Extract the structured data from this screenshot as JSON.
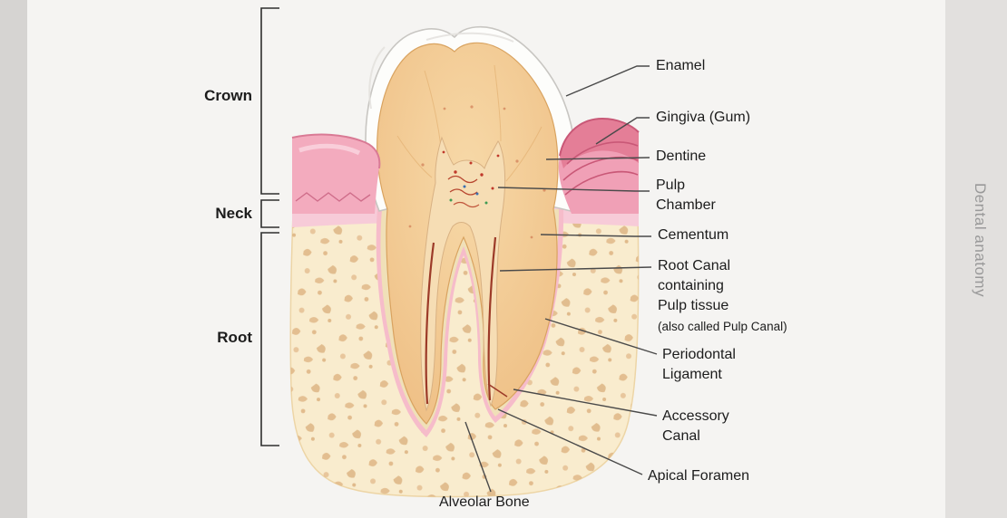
{
  "page": {
    "vertical_title": "Dental anatomy"
  },
  "brackets": [
    {
      "id": "crown",
      "label": "Crown"
    },
    {
      "id": "neck",
      "label": "Neck"
    },
    {
      "id": "root",
      "label": "Root"
    }
  ],
  "right_labels": [
    {
      "id": "enamel",
      "lines": [
        "Enamel"
      ]
    },
    {
      "id": "gingiva",
      "lines": [
        "Gingiva (Gum)"
      ]
    },
    {
      "id": "dentine",
      "lines": [
        "Dentine"
      ]
    },
    {
      "id": "pulp-chamber",
      "lines": [
        "Pulp",
        "Chamber"
      ]
    },
    {
      "id": "cementum",
      "lines": [
        "Cementum"
      ]
    },
    {
      "id": "root-canal",
      "lines": [
        "Root Canal",
        "containing",
        "Pulp tissue"
      ],
      "note": "(also called Pulp Canal)"
    },
    {
      "id": "periodontal-ligament",
      "lines": [
        "Periodontal",
        "Ligament"
      ]
    },
    {
      "id": "accessory-canal",
      "lines": [
        "Accessory",
        "Canal"
      ]
    },
    {
      "id": "apical-foramen",
      "lines": [
        "Apical Foramen"
      ]
    }
  ],
  "bottom_label": {
    "id": "alveolar-bone",
    "text": "Alveolar Bone"
  },
  "colors": {
    "enamel": "#fdfdfb",
    "dentine": "#f0c28c",
    "pulp": "#f6ddb4",
    "pulp_tissue_red": "#c0392b",
    "gingiva": "#f3abbe",
    "gingiva_dark": "#e27a93",
    "bone": "#f9ecce",
    "bone_speckle": "#dcae7b",
    "ligament": "#f6bcca",
    "cementum": "#f0e0b8",
    "leader_line": "#4a4a4a",
    "muted_title": "#999999"
  }
}
